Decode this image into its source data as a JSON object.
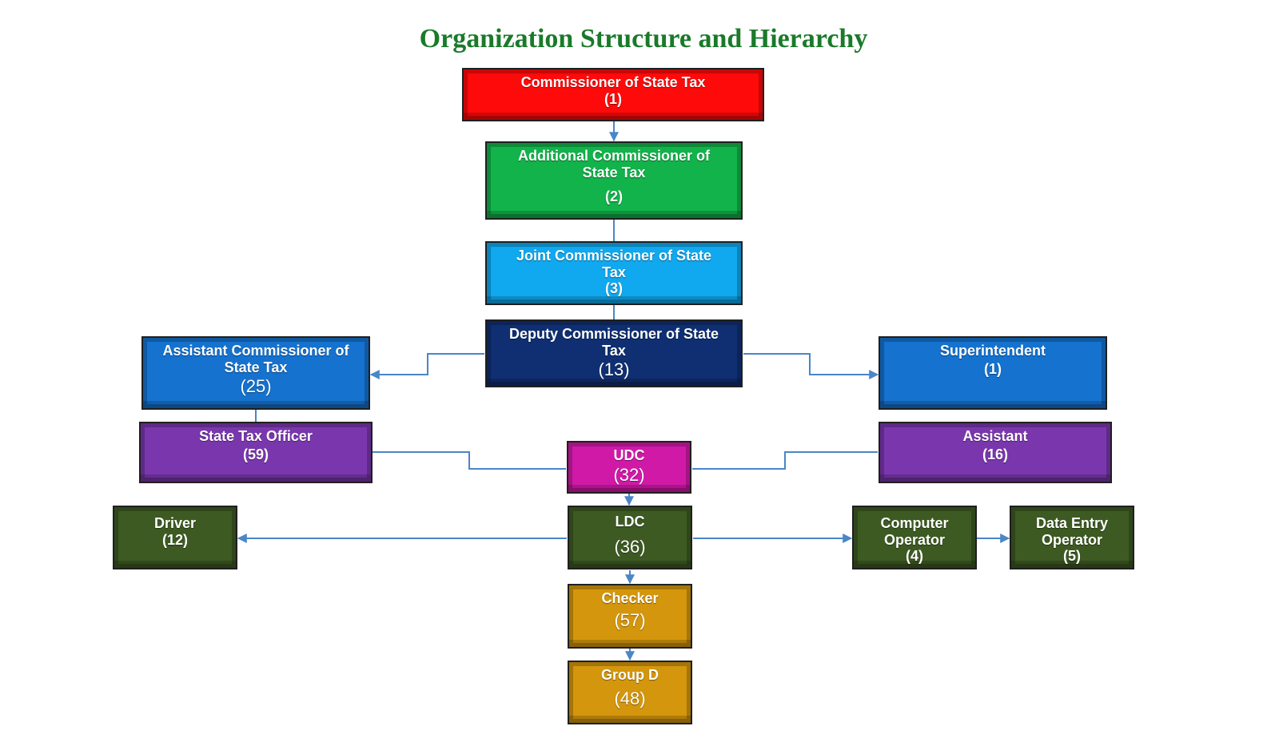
{
  "title": "Organization Structure and Hierarchy",
  "nodes": {
    "commissioner": {
      "role": "Commissioner of State Tax",
      "count": "(1)",
      "color": "#ff0a0a"
    },
    "additional_commissioner": {
      "role": "Additional Commissioner of State Tax",
      "count": "(2)",
      "color": "#12b34a"
    },
    "joint_commissioner": {
      "role": "Joint Commissioner of State Tax",
      "count": "(3)",
      "color": "#10a8ee"
    },
    "deputy_commissioner": {
      "role": "Deputy Commissioner of State Tax",
      "count": "(13)",
      "color": "#0f2f72"
    },
    "assistant_commissioner": {
      "role": "Assistant Commissioner of State Tax",
      "count": "(25)",
      "color": "#1572cf"
    },
    "superintendent": {
      "role": "Superintendent",
      "count": "(1)",
      "color": "#1572cf"
    },
    "state_tax_officer": {
      "role": "State Tax Officer",
      "count": "(59)",
      "color": "#7a37ad"
    },
    "udc": {
      "role": "UDC",
      "count": "(32)",
      "color": "#d119a8"
    },
    "assistant": {
      "role": "Assistant",
      "count": "(16)",
      "color": "#7a37ad"
    },
    "driver": {
      "role": "Driver",
      "count": "(12)",
      "color": "#3d5a22"
    },
    "ldc": {
      "role": "LDC",
      "count": "(36)",
      "color": "#3d5a22"
    },
    "computer_operator": {
      "role": "Computer Operator",
      "count": "(4)",
      "color": "#3d5a22"
    },
    "data_entry_operator": {
      "role": "Data Entry Operator",
      "count": "(5)",
      "color": "#3d5a22"
    },
    "checker": {
      "role": "Checker",
      "count": "(57)",
      "color": "#d4960c"
    },
    "group_d": {
      "role": "Group D",
      "count": "(48)",
      "color": "#d4960c"
    }
  },
  "connector_color": "#4a86c8"
}
